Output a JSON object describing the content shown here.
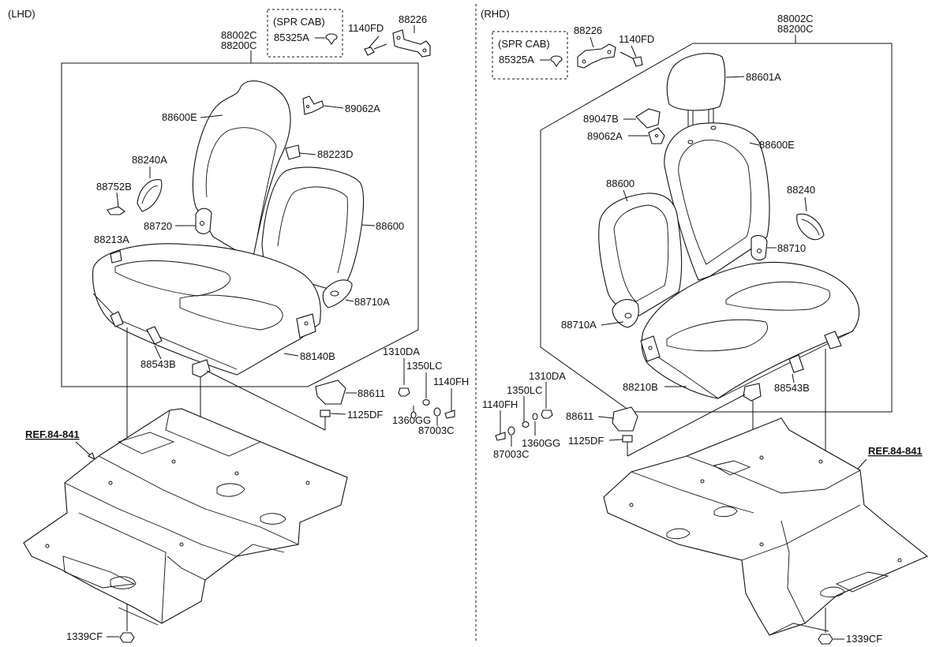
{
  "left_panel": {
    "side_label": "(LHD)",
    "spr_cab": {
      "title": "(SPR CAB)",
      "part": "85325A"
    },
    "assembly_codes": [
      "88002C",
      "88200C"
    ],
    "ref_label": "REF.84-841",
    "labels": {
      "p88226": "88226",
      "p1140FD": "1140FD",
      "p88600E": "88600E",
      "p89062A": "89062A",
      "p88223D": "88223D",
      "p88240A": "88240A",
      "p88752B": "88752B",
      "p88720": "88720",
      "p88600": "88600",
      "p88213A": "88213A",
      "p88710A": "88710A",
      "p88140B": "88140B",
      "p88543B": "88543B",
      "p1310DA": "1310DA",
      "p1350LC": "1350LC",
      "p1140FH": "1140FH",
      "p88611": "88611",
      "p1125DF": "1125DF",
      "p1360GG": "1360GG",
      "p87003C": "87003C",
      "p1339CF": "1339CF"
    }
  },
  "right_panel": {
    "side_label": "(RHD)",
    "spr_cab": {
      "title": "(SPR CAB)",
      "part": "85325A"
    },
    "assembly_codes": [
      "88002C",
      "88200C"
    ],
    "ref_label": "REF.84-841",
    "labels": {
      "p88226": "88226",
      "p1140FD": "1140FD",
      "p88601A": "88601A",
      "p89047B": "89047B",
      "p89062A": "89062A",
      "p88600E": "88600E",
      "p88600": "88600",
      "p88240": "88240",
      "p88710": "88710",
      "p88710A": "88710A",
      "p88210B": "88210B",
      "p88543B": "88543B",
      "p1310DA": "1310DA",
      "p1350LC": "1350LC",
      "p1140FH": "1140FH",
      "p1360GG": "1360GG",
      "p87003C": "87003C",
      "p88611": "88611",
      "p1125DF": "1125DF",
      "p1339CF": "1339CF"
    }
  }
}
